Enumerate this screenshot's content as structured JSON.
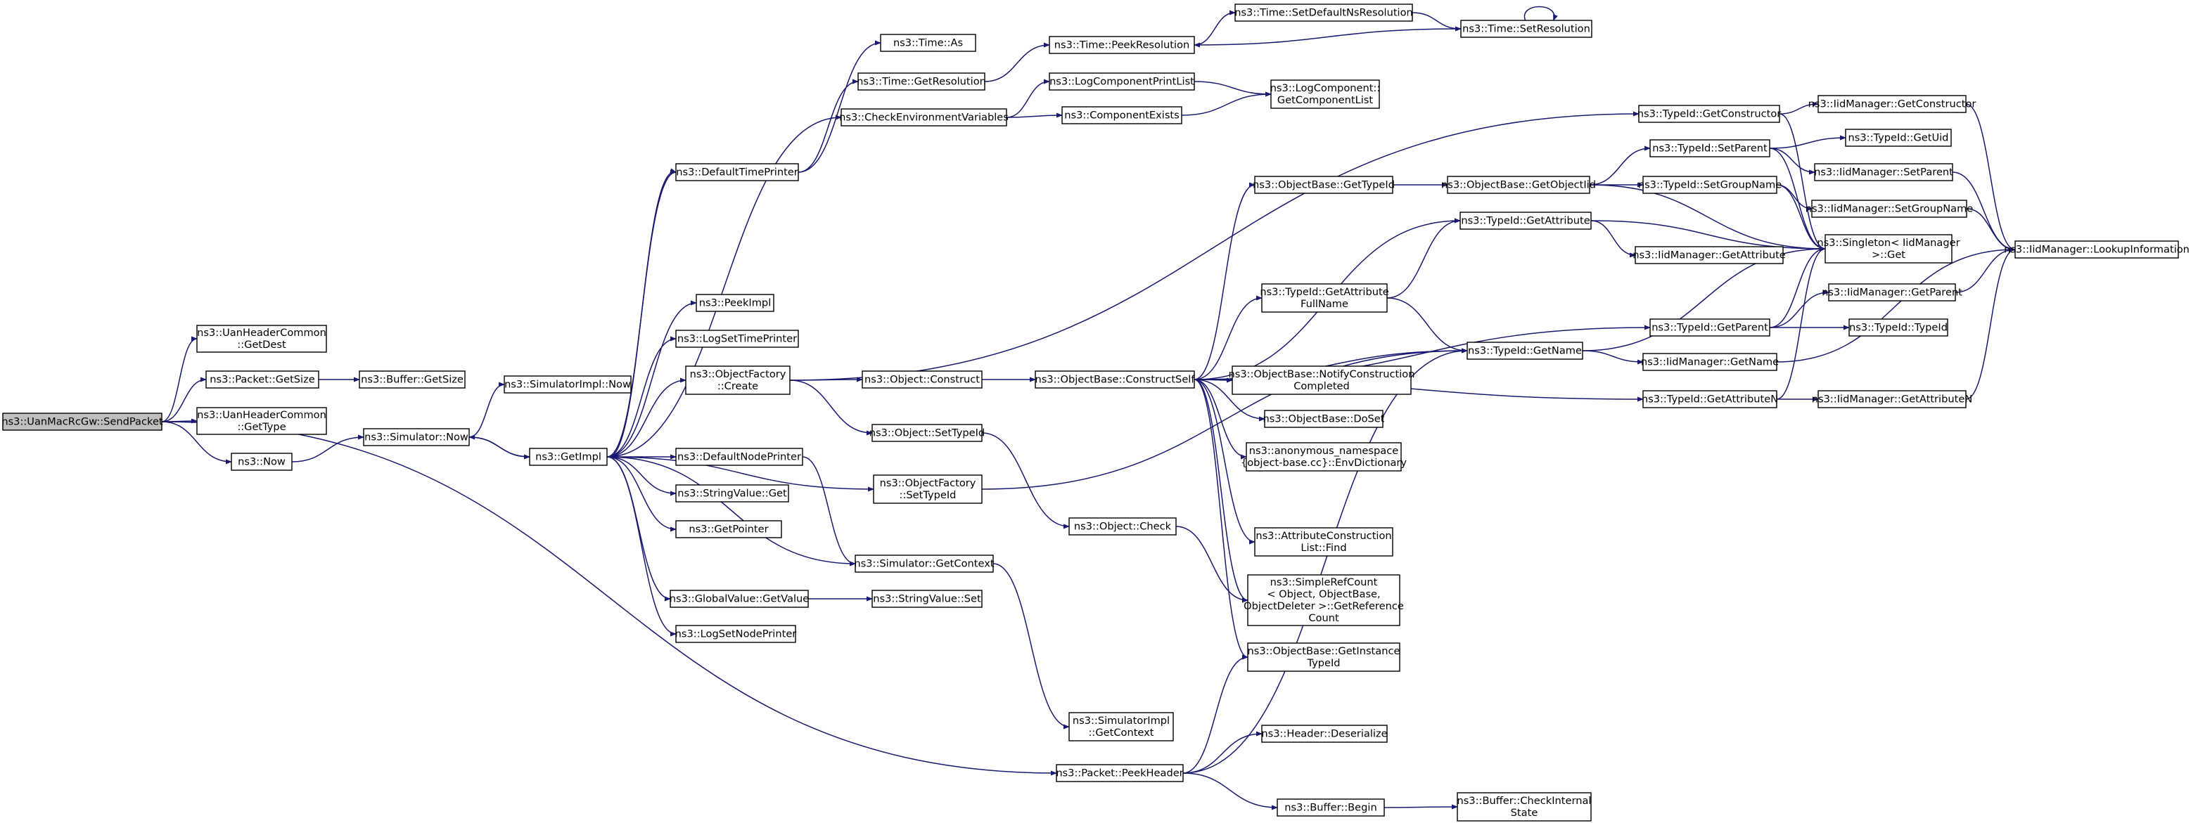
{
  "colors": {
    "edge": "#191970",
    "node_fill": "#ffffff",
    "root_fill": "#bfbfbf",
    "border": "#000000"
  },
  "nodes": [
    {
      "id": "n0",
      "lines": [
        "ns3::UanMacRcGw::SendPacket"
      ],
      "root": true
    },
    {
      "id": "n1",
      "lines": [
        "ns3::UanHeaderCommon",
        "::GetDest"
      ]
    },
    {
      "id": "n2",
      "lines": [
        "ns3::Packet::GetSize"
      ]
    },
    {
      "id": "n3",
      "lines": [
        "ns3::Buffer::GetSize"
      ]
    },
    {
      "id": "n4",
      "lines": [
        "ns3::UanHeaderCommon",
        "::GetType"
      ]
    },
    {
      "id": "n5",
      "lines": [
        "ns3::Now"
      ]
    },
    {
      "id": "n6",
      "lines": [
        "ns3::Simulator::Now"
      ]
    },
    {
      "id": "n7",
      "lines": [
        "ns3::SimulatorImpl::Now"
      ]
    },
    {
      "id": "n8",
      "lines": [
        "ns3::GetImpl"
      ]
    },
    {
      "id": "n9",
      "lines": [
        "ns3::CheckEnvironmentVariables"
      ]
    },
    {
      "id": "n10",
      "lines": [
        "ns3::ComponentExists"
      ]
    },
    {
      "id": "n11",
      "lines": [
        "ns3::LogComponent::",
        "GetComponentList"
      ]
    },
    {
      "id": "n12",
      "lines": [
        "ns3::LogComponentPrintList"
      ]
    },
    {
      "id": "n13",
      "lines": [
        "ns3::DefaultNodePrinter"
      ]
    },
    {
      "id": "n14",
      "lines": [
        "ns3::DefaultTimePrinter"
      ]
    },
    {
      "id": "n15",
      "lines": [
        "ns3::Time::As"
      ]
    },
    {
      "id": "n16",
      "lines": [
        "ns3::Time::GetResolution"
      ]
    },
    {
      "id": "n17",
      "lines": [
        "ns3::Time::PeekResolution"
      ]
    },
    {
      "id": "n18",
      "lines": [
        "ns3::Time::SetDefaultNsResolution"
      ]
    },
    {
      "id": "n19",
      "lines": [
        "ns3::Time::SetResolution"
      ]
    },
    {
      "id": "n20",
      "lines": [
        "ns3::GetPointer"
      ]
    },
    {
      "id": "n21",
      "lines": [
        "ns3::GlobalValue::GetValue"
      ]
    },
    {
      "id": "n22",
      "lines": [
        "ns3::StringValue::Set"
      ]
    },
    {
      "id": "n23",
      "lines": [
        "ns3::LogSetNodePrinter"
      ]
    },
    {
      "id": "n24",
      "lines": [
        "ns3::LogSetTimePrinter"
      ]
    },
    {
      "id": "n25",
      "lines": [
        "ns3::ObjectFactory",
        "::Create"
      ]
    },
    {
      "id": "n26",
      "lines": [
        "ns3::Object::Construct"
      ]
    },
    {
      "id": "n27",
      "lines": [
        "ns3::ObjectBase::ConstructSelf"
      ]
    },
    {
      "id": "n28",
      "lines": [
        "ns3::anonymous_namespace",
        "{object-base.cc}::EnvDictionary"
      ]
    },
    {
      "id": "n29",
      "lines": [
        "ns3::AttributeConstruction",
        "List::Find"
      ]
    },
    {
      "id": "n30",
      "lines": [
        "ns3::ObjectBase::DoSet"
      ]
    },
    {
      "id": "n31",
      "lines": [
        "ns3::ObjectBase::GetInstance",
        "TypeId"
      ]
    },
    {
      "id": "n32",
      "lines": [
        "ns3::ObjectBase::GetTypeId"
      ]
    },
    {
      "id": "n33",
      "lines": [
        "ns3::ObjectBase::GetObjectIid"
      ]
    },
    {
      "id": "n34",
      "lines": [
        "ns3::TypeId::SetGroupName"
      ]
    },
    {
      "id": "n35",
      "lines": [
        "ns3::IidManager::SetGroupName"
      ]
    },
    {
      "id": "n36",
      "lines": [
        "ns3::IidManager::LookupInformation"
      ]
    },
    {
      "id": "n37",
      "lines": [
        "ns3::Singleton< IidManager",
        " >::Get"
      ]
    },
    {
      "id": "n38",
      "lines": [
        "ns3::TypeId::SetParent"
      ]
    },
    {
      "id": "n39",
      "lines": [
        "ns3::IidManager::SetParent"
      ]
    },
    {
      "id": "n40",
      "lines": [
        "ns3::TypeId::GetUid"
      ]
    },
    {
      "id": "n41",
      "lines": [
        "ns3::ObjectBase::NotifyConstruction",
        "Completed"
      ]
    },
    {
      "id": "n42",
      "lines": [
        "ns3::TypeId::GetAttribute"
      ]
    },
    {
      "id": "n43",
      "lines": [
        "ns3::IidManager::GetAttribute"
      ]
    },
    {
      "id": "n44",
      "lines": [
        "ns3::TypeId::GetAttribute",
        "FullName"
      ]
    },
    {
      "id": "n45",
      "lines": [
        "ns3::TypeId::GetName"
      ]
    },
    {
      "id": "n46",
      "lines": [
        "ns3::IidManager::GetName"
      ]
    },
    {
      "id": "n47",
      "lines": [
        "ns3::TypeId::GetAttributeN"
      ]
    },
    {
      "id": "n48",
      "lines": [
        "ns3::IidManager::GetAttributeN"
      ]
    },
    {
      "id": "n49",
      "lines": [
        "ns3::TypeId::GetParent"
      ]
    },
    {
      "id": "n50",
      "lines": [
        "ns3::IidManager::GetParent"
      ]
    },
    {
      "id": "n51",
      "lines": [
        "ns3::TypeId::TypeId"
      ]
    },
    {
      "id": "n52",
      "lines": [
        "ns3::SimpleRefCount",
        "< Object, ObjectBase,",
        " ObjectDeleter >::GetReference",
        "Count"
      ]
    },
    {
      "id": "n53",
      "lines": [
        "ns3::TypeId::GetConstructor"
      ]
    },
    {
      "id": "n54",
      "lines": [
        "ns3::IidManager::GetConstructor"
      ]
    },
    {
      "id": "n55",
      "lines": [
        "ns3::Object::SetTypeId"
      ]
    },
    {
      "id": "n56",
      "lines": [
        "ns3::Object::Check"
      ]
    },
    {
      "id": "n57",
      "lines": [
        "ns3::ObjectFactory",
        "::SetTypeId"
      ]
    },
    {
      "id": "n58",
      "lines": [
        "ns3::PeekImpl"
      ]
    },
    {
      "id": "n59",
      "lines": [
        "ns3::Simulator::GetContext"
      ]
    },
    {
      "id": "n60",
      "lines": [
        "ns3::SimulatorImpl",
        "::GetContext"
      ]
    },
    {
      "id": "n61",
      "lines": [
        "ns3::StringValue::Get"
      ]
    },
    {
      "id": "n62",
      "lines": [
        "ns3::Packet::PeekHeader"
      ]
    },
    {
      "id": "n63",
      "lines": [
        "ns3::Buffer::Begin"
      ]
    },
    {
      "id": "n64",
      "lines": [
        "ns3::Buffer::CheckInternal",
        "State"
      ]
    },
    {
      "id": "n65",
      "lines": [
        "ns3::Header::Deserialize"
      ]
    }
  ]
}
